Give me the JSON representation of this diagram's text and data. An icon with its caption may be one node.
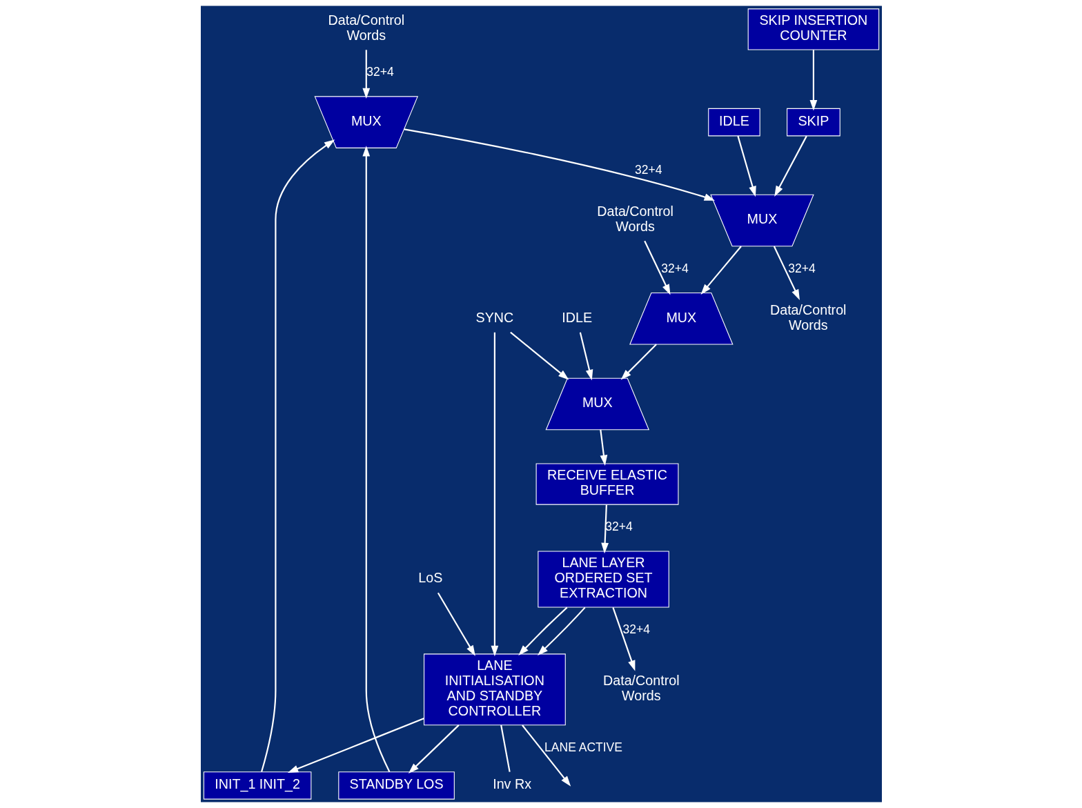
{
  "diagram": {
    "nodes": [
      {
        "text": [
          "Data/Control Words"
        ]
      },
      {
        "text": [
          "Data/Control Words"
        ]
      },
      {
        "text": [
          "STANDBY LOS"
        ]
      },
      {
        "text": [
          "LANE INITIALISATION AND STANDBY CONTROLLER"
        ]
      },
      {
        "text": [
          "LANE LAYER ORDERED SET EXTRACTION"
        ]
      },
      {
        "text": [
          "INIT_1 INIT_2"
        ]
      },
      {
        "text": [
          "MUX"
        ]
      },
      {
        "text": [
          "SKIP"
        ]
      },
      {
        "text": [
          "SKIP INSERTION COUNTER"
        ]
      },
      {
        "text": [
          "RECEIVE ELASTIC BUFFER"
        ]
      },
      {
        "text": [
          "IDLE"
        ]
      },
      {
        "text": [
          "MUX"
        ]
      },
      {
        "text": [
          "MUX"
        ]
      },
      {
        "text": [
          "IDLE"
        ]
      },
      {
        "text": [
          "MUX"
        ]
      },
      {
        "text": [
          "LoS"
        ]
      },
      {
        "text": [
          "Inv Rx"
        ]
      },
      {
        "text": [
          "SYNC"
        ]
      },
      {
        "text": [
          "Data/Control Words"
        ]
      },
      {
        "text": [
          "Data/Control Words"
        ]
      }
    ],
    "edges": [
      {
        "from": 0,
        "to": 6,
        "arrow": "to",
        "label": "32+4"
      },
      {
        "from": 3,
        "to": null,
        "arrow": "to",
        "label": "LANE ACTIVE"
      },
      {
        "from": 4,
        "to": 1,
        "arrow": "to",
        "label": "32+4"
      },
      {
        "from": 3,
        "to": 2,
        "arrow": "to"
      },
      {
        "from": 3,
        "to": 5,
        "arrow": "to"
      },
      {
        "from": 4,
        "to": 3,
        "arrow": "to"
      },
      {
        "from": 4,
        "to": 3,
        "arrow": "to"
      },
      {
        "from": 2,
        "to": 6,
        "arrow": "to"
      },
      {
        "from": 5,
        "to": 6,
        "arrow": "to"
      },
      {
        "from": 9,
        "to": 4,
        "arrow": "to",
        "label": "32+4"
      },
      {
        "from": 6,
        "to": 12,
        "arrow": "to",
        "label": "32+4"
      },
      {
        "from": 8,
        "to": 7,
        "arrow": "to"
      },
      {
        "from": 7,
        "to": 12,
        "arrow": "to"
      },
      {
        "from": 10,
        "to": 12,
        "arrow": "to"
      },
      {
        "from": 11,
        "to": 9,
        "arrow": "to"
      },
      {
        "from": 13,
        "to": 11,
        "arrow": "to"
      },
      {
        "from": 14,
        "to": 11,
        "arrow": "to"
      },
      {
        "from": 17,
        "to": 11,
        "arrow": "to"
      },
      {
        "from": 12,
        "to": 14,
        "arrow": "to"
      },
      {
        "from": 19,
        "to": 14,
        "arrow": "to",
        "label": "32+4"
      },
      {
        "from": 12,
        "to": 18,
        "arrow": "to",
        "label": "32+4"
      },
      {
        "from": 15,
        "to": 3,
        "arrow": "to"
      },
      {
        "from": 3,
        "to": 16,
        "arrow": "none"
      },
      {
        "from": 17,
        "to": 3,
        "arrow": "to"
      }
    ]
  }
}
